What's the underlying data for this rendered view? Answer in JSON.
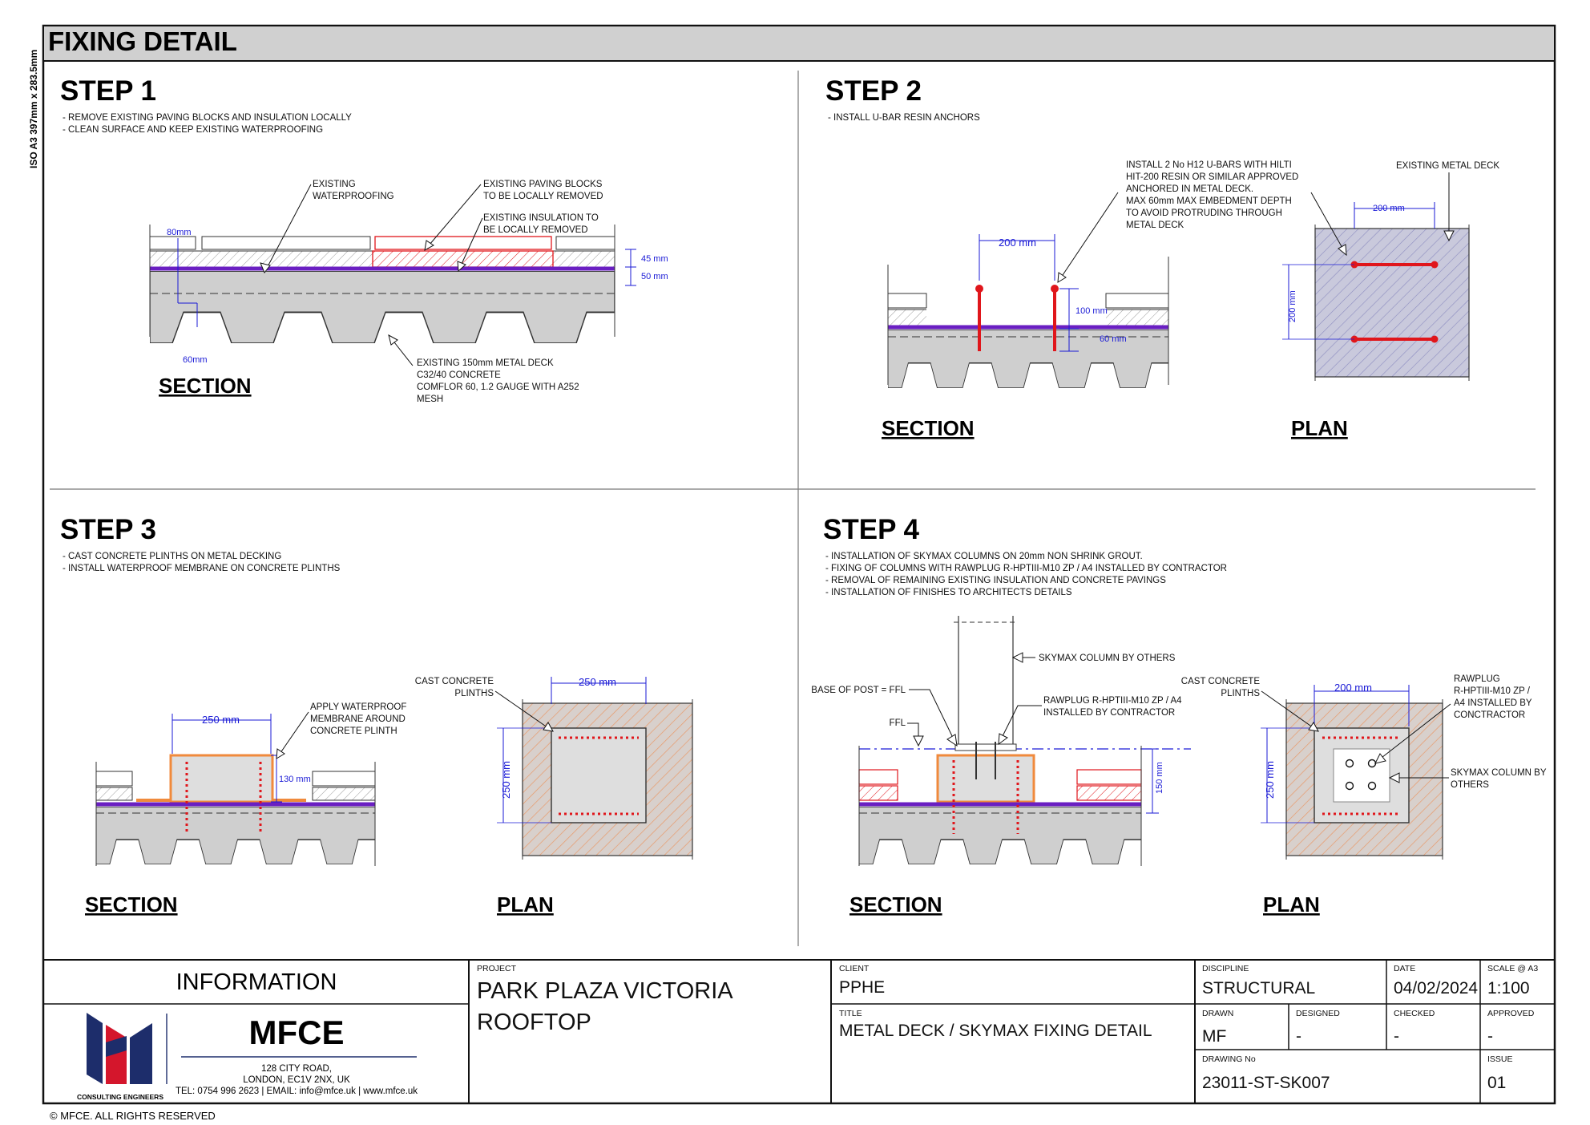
{
  "sheet": {
    "title": "FIXING DETAIL",
    "iso_label": "ISO A3 397mm x 283.5mm",
    "copyright": "© MFCE. ALL RIGHTS RESERVED"
  },
  "step1": {
    "heading": "STEP 1",
    "notes": [
      "- REMOVE EXISTING PAVING BLOCKS AND INSULATION LOCALLY",
      "- CLEAN SURFACE AND KEEP EXISTING WATERPROOFING"
    ],
    "labels": {
      "waterproofing": [
        "EXISTING",
        "WATERPROOFING"
      ],
      "paving": [
        "EXISTING PAVING BLOCKS",
        "TO BE LOCALLY REMOVED"
      ],
      "insulation": [
        "EXISTING INSULATION TO",
        "BE LOCALLY REMOVED"
      ],
      "deck": [
        "EXISTING 150mm METAL DECK",
        "C32/40 CONCRETE",
        "COMFLOR 60, 1.2 GAUGE WITH A252",
        "MESH"
      ]
    },
    "dims": {
      "d80": "80mm",
      "d60": "60mm",
      "d45": "45 mm",
      "d50": "50 mm"
    },
    "caption": "SECTION"
  },
  "step2": {
    "heading": "STEP 2",
    "notes": [
      "- INSTALL U-BAR RESIN ANCHORS"
    ],
    "labels": {
      "install": [
        "INSTALL 2 No H12 U-BARS WITH HILTI",
        "HIT-200 RESIN OR SIMILAR APPROVED",
        "ANCHORED IN METAL DECK.",
        "MAX 60mm MAX EMBEDMENT DEPTH",
        "TO AVOID PROTRUDING THROUGH",
        "METAL DECK"
      ],
      "existing_deck": "EXISTING METAL DECK"
    },
    "dims": {
      "section_200": "200 mm",
      "d100": "100 mm",
      "d60": "60 mm",
      "plan_200h": "200 mm",
      "plan_200v": "200 mm"
    },
    "captions": [
      "SECTION",
      "PLAN"
    ]
  },
  "step3": {
    "heading": "STEP 3",
    "notes": [
      "- CAST CONCRETE PLINTHS ON METAL DECKING",
      "- INSTALL WATERPROOF MEMBRANE ON CONCRETE PLINTHS"
    ],
    "labels": {
      "membrane": [
        "APPLY WATERPROOF",
        "MEMBRANE AROUND",
        "CONCRETE PLINTH"
      ],
      "plinths": [
        "CAST CONCRETE",
        "PLINTHS"
      ]
    },
    "dims": {
      "section_250": "250 mm",
      "d130": "130 mm",
      "plan_250h": "250 mm",
      "plan_250v": "250 mm"
    },
    "captions": [
      "SECTION",
      "PLAN"
    ]
  },
  "step4": {
    "heading": "STEP 4",
    "notes": [
      "- INSTALLATION OF SKYMAX COLUMNS ON 20mm NON SHRINK GROUT.",
      "- FIXING OF COLUMNS WITH RAWPLUG R-HPTIII-M10 ZP / A4 INSTALLED BY CONTRACTOR",
      "- REMOVAL OF REMAINING EXISTING INSULATION AND CONCRETE PAVINGS",
      "- INSTALLATION OF FINISHES TO ARCHITECTS DETAILS"
    ],
    "labels": {
      "column": "SKYMAX COLUMN BY OTHERS",
      "base": "BASE OF POST = FFL",
      "ffl": "FFL",
      "rawplug_section": [
        "RAWPLUG R-HPTIII-M10 ZP / A4",
        "INSTALLED BY CONTRACTOR"
      ],
      "plinths": [
        "CAST CONCRETE",
        "PLINTHS"
      ],
      "rawplug_plan": [
        "RAWPLUG",
        "R-HPTIII-M10 ZP /",
        "A4 INSTALLED BY",
        "CONCTRACTOR"
      ],
      "column_plan": [
        "SKYMAX COLUMN BY",
        "OTHERS"
      ]
    },
    "dims": {
      "d150": "150 mm",
      "plan_200h": "200 mm",
      "plan_250v": "250 mm"
    },
    "captions": [
      "SECTION",
      "PLAN"
    ]
  },
  "title_block": {
    "information": "INFORMATION",
    "company": "MFCE",
    "consulting": "CONSULTING ENGINEERS",
    "address": [
      "128 CITY ROAD,",
      "LONDON, EC1V 2NX, UK",
      "TEL: 0754 996 2623 | EMAIL: info@mfce.uk | www.mfce.uk"
    ],
    "project_label": "PROJECT",
    "project": [
      "PARK PLAZA VICTORIA",
      "ROOFTOP"
    ],
    "client_label": "CLIENT",
    "client": "PPHE",
    "title_label": "TITLE",
    "title": "METAL DECK / SKYMAX FIXING DETAIL",
    "discipline_label": "DISCIPLINE",
    "discipline": "STRUCTURAL",
    "date_label": "DATE",
    "date": "04/02/2024",
    "scale_label": "SCALE @ A3",
    "scale": "1:100",
    "drawn_label": "DRAWN",
    "drawn": "MF",
    "designed_label": "DESIGNED",
    "designed": "-",
    "checked_label": "CHECKED",
    "checked": "-",
    "approved_label": "APPROVED",
    "approved": "-",
    "drawing_no_label": "DRAWING No",
    "drawing_no": "23011-ST-SK007",
    "issue_label": "ISSUE",
    "issue": "01"
  },
  "colors": {
    "concrete": "#cfcfcf",
    "membrane": "#6a1fc2",
    "rebar": "#e0161b",
    "dimension": "#1a1ad6",
    "waterproof": "#f08a3c",
    "hatch_plan": "#9a9acb",
    "insulation_red": "#e0161b",
    "logo_blue": "#1d2d6b",
    "logo_red": "#d4162c"
  }
}
